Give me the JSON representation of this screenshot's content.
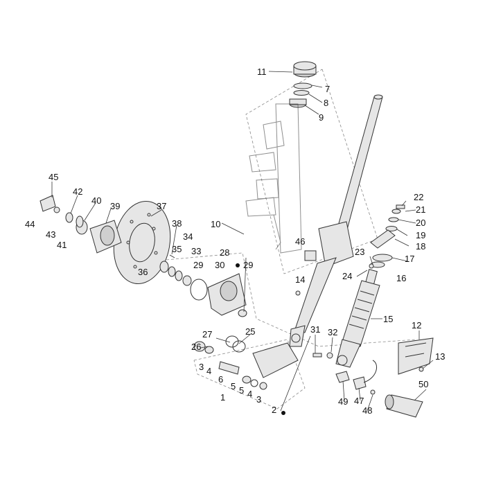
{
  "labels": [
    "1",
    "2",
    "3",
    "3",
    "4",
    "4",
    "5",
    "5",
    "6",
    "7",
    "8",
    "9",
    "10",
    "11",
    "12",
    "13",
    "14",
    "15",
    "16",
    "17",
    "18",
    "19",
    "20",
    "21",
    "22",
    "23",
    "24",
    "25",
    "26",
    "27",
    "28",
    "29",
    "29",
    "30",
    "31",
    "32",
    "33",
    "34",
    "35",
    "36",
    "37",
    "38",
    "39",
    "40",
    "41",
    "42",
    "43",
    "44",
    "45",
    "46",
    "47",
    "48",
    "49",
    "50"
  ],
  "colors": {
    "line": "#333333",
    "fill": "#e6e6e6",
    "dash": "#888888"
  }
}
